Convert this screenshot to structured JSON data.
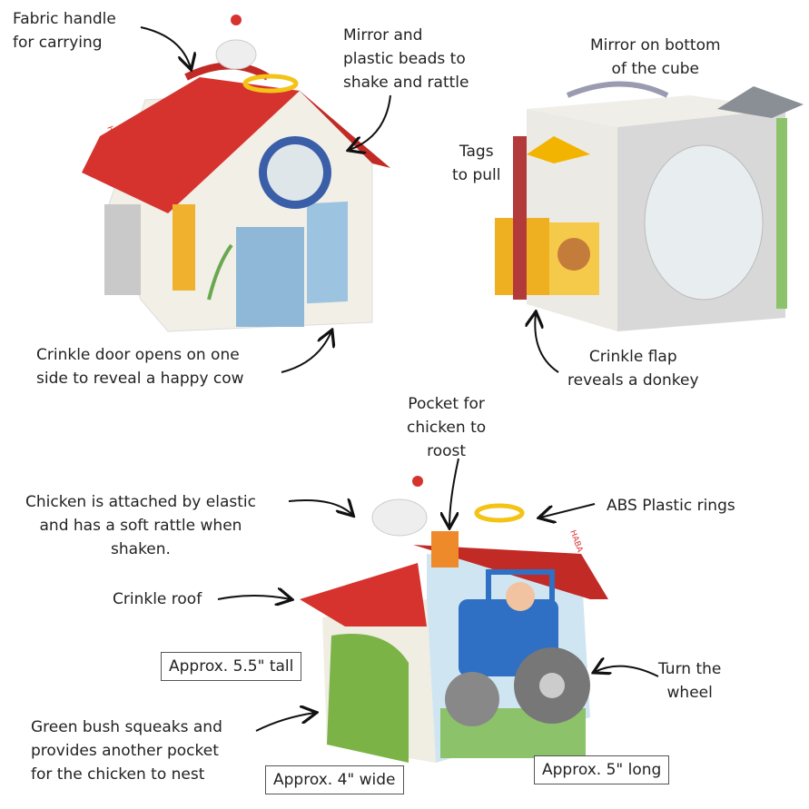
{
  "brand": "HABA",
  "annotations": {
    "fabric_handle": "Fabric handle\nfor carrying",
    "mirror_beads": "Mirror and\nplastic beads to\nshake and rattle",
    "mirror_bottom": "Mirror on bottom\nof the cube",
    "tags": "Tags\nto pull",
    "crinkle_door": "Crinkle door opens on one\nside to reveal a happy cow",
    "crinkle_flap": "Crinkle flap\nreveals a donkey",
    "pocket": "Pocket for\nchicken to\nroost",
    "chicken": "Chicken is attached by elastic\nand has a soft rattle when\nshaken.",
    "rings": "ABS Plastic rings",
    "roof": "Crinkle roof",
    "wheel": "Turn the\nwheel",
    "bush": "Green bush squeaks and\nprovides another pocket\nfor the chicken to nest"
  },
  "dimensions": {
    "tall": "Approx. 5.5\" tall",
    "wide": "Approx. 4\" wide",
    "long": "Approx. 5\" long"
  },
  "colors": {
    "roof": "#d6332f",
    "door": "#8fb8d8",
    "bush": "#7cb347",
    "tractor": "#2f6fc4",
    "mustard": "#e3a52a"
  }
}
